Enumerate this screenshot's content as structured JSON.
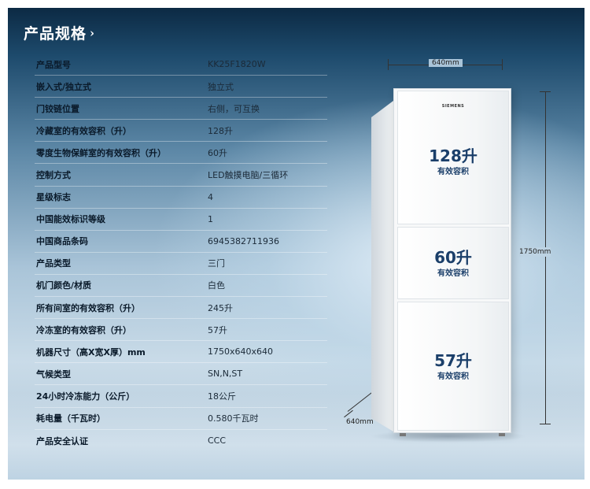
{
  "section": {
    "title": "产品规格",
    "chevron": "›"
  },
  "specs": [
    {
      "label": "产品型号",
      "value": "KK25F1820W"
    },
    {
      "label": "嵌入式/独立式",
      "value": "独立式"
    },
    {
      "label": "门铰链位置",
      "value": "右侧，可互换"
    },
    {
      "label": "冷藏室的有效容积（升）",
      "value": "128升"
    },
    {
      "label": "零度生物保鲜室的有效容积（升）",
      "value": "60升"
    },
    {
      "label": "控制方式",
      "value": "LED触摸电脑/三循环"
    },
    {
      "label": "星级标志",
      "value": "4"
    },
    {
      "label": "中国能效标识等级",
      "value": "1"
    },
    {
      "label": "中国商品条码",
      "value": "6945382711936"
    },
    {
      "label": "产品类型",
      "value": "三门"
    },
    {
      "label": "机门颜色/材质",
      "value": "白色"
    },
    {
      "label": "所有间室的有效容积（升）",
      "value": "245升"
    },
    {
      "label": "冷冻室的有效容积（升）",
      "value": "57升"
    },
    {
      "label": "机器尺寸（高X宽X厚）mm",
      "value": "1750x640x640"
    },
    {
      "label": "气候类型",
      "value": "SN,N,ST"
    },
    {
      "label": "24小时冷冻能力（公斤）",
      "value": "18公斤"
    },
    {
      "label": "耗电量（千瓦时）",
      "value": "0.580千瓦时"
    },
    {
      "label": "产品安全认证",
      "value": "CCC"
    }
  ],
  "fridge": {
    "brand": "SIEMENS",
    "dimensions": {
      "width": "640mm",
      "height": "1750mm",
      "depth": "640mm"
    },
    "compartments": [
      {
        "capacity": "128升",
        "caption": "有效容积"
      },
      {
        "capacity": "60升",
        "caption": "有效容积"
      },
      {
        "capacity": "57升",
        "caption": "有效容积"
      }
    ]
  },
  "colors": {
    "accent_text": "#1b3f6a",
    "header_bg": "#0c2a44"
  }
}
